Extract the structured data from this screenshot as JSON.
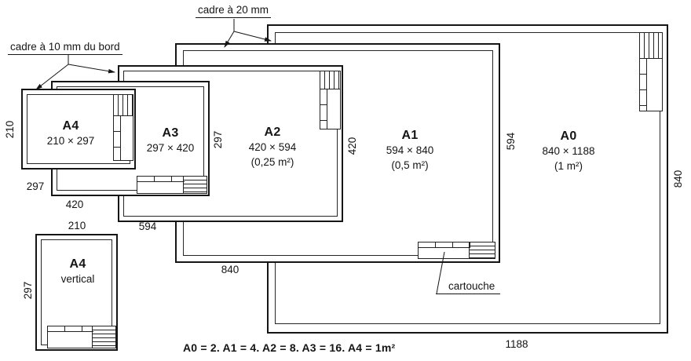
{
  "diagram": {
    "annotations": {
      "cadre_20": "cadre à 20 mm",
      "cadre_10": "cadre à 10 mm du bord",
      "cartouche": "cartouche"
    },
    "sheets": {
      "a0": {
        "name": "A0",
        "dims": "840 × 1188",
        "area": "(1 m²)"
      },
      "a1": {
        "name": "A1",
        "dims": "594 × 840",
        "area": "(0,5 m²)"
      },
      "a2": {
        "name": "A2",
        "dims": "420 × 594",
        "area": "(0,25 m²)"
      },
      "a3": {
        "name": "A3",
        "dims": "297 × 420"
      },
      "a4": {
        "name": "A4",
        "dims": "210 × 297"
      },
      "a4v": {
        "name": "A4",
        "orientation": "vertical"
      }
    },
    "dimensions": {
      "a4_height": "210",
      "a4_width": "297",
      "a3_width": "420",
      "a3_height": "297",
      "a2_width": "594",
      "a2_height": "420",
      "a1_width": "840",
      "a1_height": "594",
      "a0_width": "1188",
      "a0_height": "840",
      "a4v_width": "210",
      "a4v_height": "297"
    },
    "formula": "A0 = 2. A1 = 4. A2 = 8. A3 = 16. A4 = 1m²",
    "colors": {
      "ink": "#151515",
      "paper": "#ffffff"
    }
  }
}
